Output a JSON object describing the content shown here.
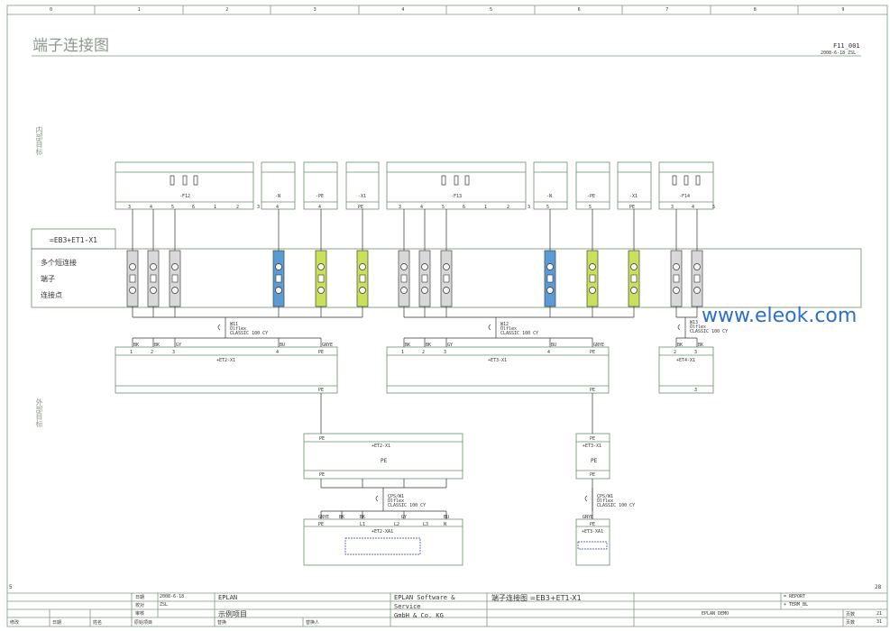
{
  "page": {
    "title": "端子连接图",
    "page_id": "F11_001",
    "page_date": "2008-6-18  ZSL",
    "watermark": "www.eleok.com",
    "left_page_num": "5",
    "right_page_num": "28"
  },
  "grid": {
    "columns": [
      "0",
      "1",
      "2",
      "3",
      "4",
      "5",
      "6",
      "7",
      "8",
      "9"
    ]
  },
  "side_labels": {
    "internal": "内部目标",
    "external": "外部目标"
  },
  "strip": {
    "name": "=EB3+ET1-X1",
    "row_labels": [
      "多个短连接",
      "端子",
      "连接点"
    ]
  },
  "devices_top": [
    {
      "name": "-F12",
      "pins": [
        "3",
        "4",
        "5",
        "6",
        "1",
        "2",
        "3"
      ]
    },
    {
      "name": "-N",
      "pins": [
        "4"
      ]
    },
    {
      "name": "-PE",
      "pins": [
        "4"
      ]
    },
    {
      "name": "-X1",
      "pins": [
        "PE"
      ]
    },
    {
      "name": "-F13",
      "pins": [
        "3",
        "4",
        "5",
        "6",
        "1",
        "2",
        "3"
      ]
    },
    {
      "name": "-N",
      "pins": [
        "5"
      ]
    },
    {
      "name": "-PE",
      "pins": [
        "5"
      ]
    },
    {
      "name": "-X1",
      "pins": [
        "PE"
      ]
    },
    {
      "name": "-F14",
      "pins": [
        "3",
        "4",
        "5"
      ]
    }
  ],
  "devices_bottom": [
    {
      "name": "+ET2-X1",
      "pins": [
        "1",
        "2",
        "3",
        "4",
        "PE"
      ],
      "wires": [
        "BK",
        "BK",
        "GY",
        "BU",
        "GNYE"
      ]
    },
    {
      "name": "+ET3-X1",
      "pins": [
        "1",
        "2",
        "3",
        "4",
        "PE"
      ],
      "wires": [
        "BK",
        "BK",
        "GY",
        "BU",
        "GNYE"
      ]
    },
    {
      "name": "+ET4-X1",
      "pins": [
        "2",
        "3"
      ],
      "wires": [
        "BK",
        "BK"
      ]
    }
  ],
  "cables": [
    {
      "name": "W11",
      "type": "Ölflex",
      "spec": "CLASSIC 100 CY"
    },
    {
      "name": "W12",
      "type": "Ölflex",
      "spec": "CLASSIC 100 CY"
    },
    {
      "name": "W13",
      "type": "Ölflex",
      "spec": "CLASSIC 100 CY"
    },
    {
      "name": "CPS/W1",
      "type": "Ölflex",
      "spec": "CLASSIC 100 CY"
    },
    {
      "name": "CPS/W1",
      "type": "Ölflex",
      "spec": "CLASSIC 100 CY"
    }
  ],
  "lower_devices": [
    {
      "name": "+ET2-X1",
      "pin_top": "PE",
      "pin_bottom": "PE",
      "symbol": "PE"
    },
    {
      "name": "+ET3-X1",
      "pin_top": "PE",
      "pin_bottom": "PE",
      "symbol": "PE"
    },
    {
      "name": "+ET2-XA1",
      "wires": [
        "GNYE",
        "BK",
        "BK",
        "GY",
        "BU"
      ],
      "pins": [
        "PE",
        "L1",
        "L2",
        "L3",
        "N"
      ]
    },
    {
      "name": "+ET3-XA1",
      "wires": [
        "GNYE"
      ],
      "pins": [
        "PE"
      ]
    }
  ],
  "title_block": {
    "date_label": "日期",
    "date_value": "2008-6-18",
    "check_label": "校对",
    "check_value": "ZSL",
    "review_label": "审核",
    "company": "EPLAN",
    "project": "示例项目",
    "vendor_line1": "EPLAN Software &",
    "vendor_line2": "Service",
    "vendor_line3": "GmbH & Co. KG",
    "doc_title": "端子连接图  =EB3+ET1-X1",
    "ref1": "= REPORT",
    "ref2": "+ TERM_BL",
    "demo": "EPLAN DEMO",
    "page_label": "页数",
    "page_value": "21",
    "page_label2": "页数",
    "page_value2": "31",
    "footer": [
      "修改",
      "日期",
      "姓名",
      "原始项目",
      "替换",
      "替换人"
    ]
  }
}
